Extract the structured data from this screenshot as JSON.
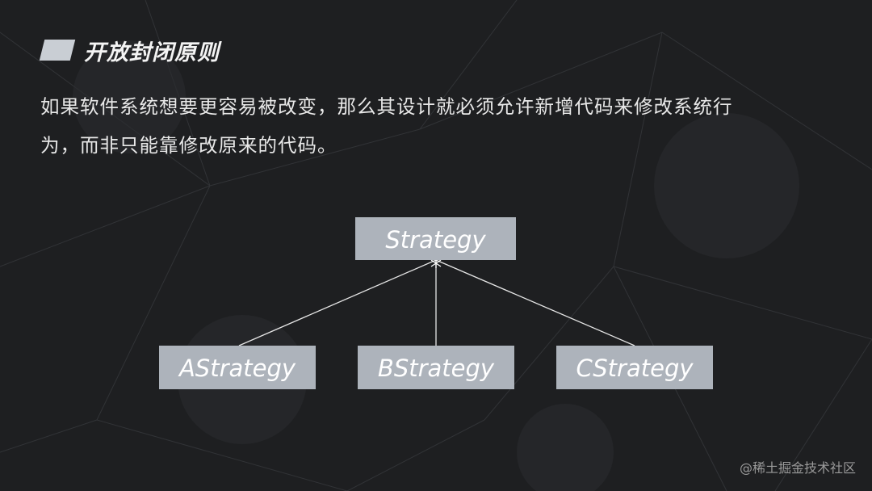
{
  "header": {
    "title": "开放封闭原则"
  },
  "body": {
    "line1": "如果软件系统想要更容易被改变，那么其设计就必须允许新增代码来修改系统行",
    "line2": "为，而非只能靠修改原来的代码。"
  },
  "diagram": {
    "nodes": {
      "root": "Strategy",
      "a": "AStrategy",
      "b": "BStrategy",
      "c": "CStrategy"
    },
    "relationship": "inheritance"
  },
  "watermark": "@稀土掘金技术社区",
  "colors": {
    "background": "#1e1f21",
    "node_fill": "#adb3bb",
    "text": "#f2f2f2"
  }
}
